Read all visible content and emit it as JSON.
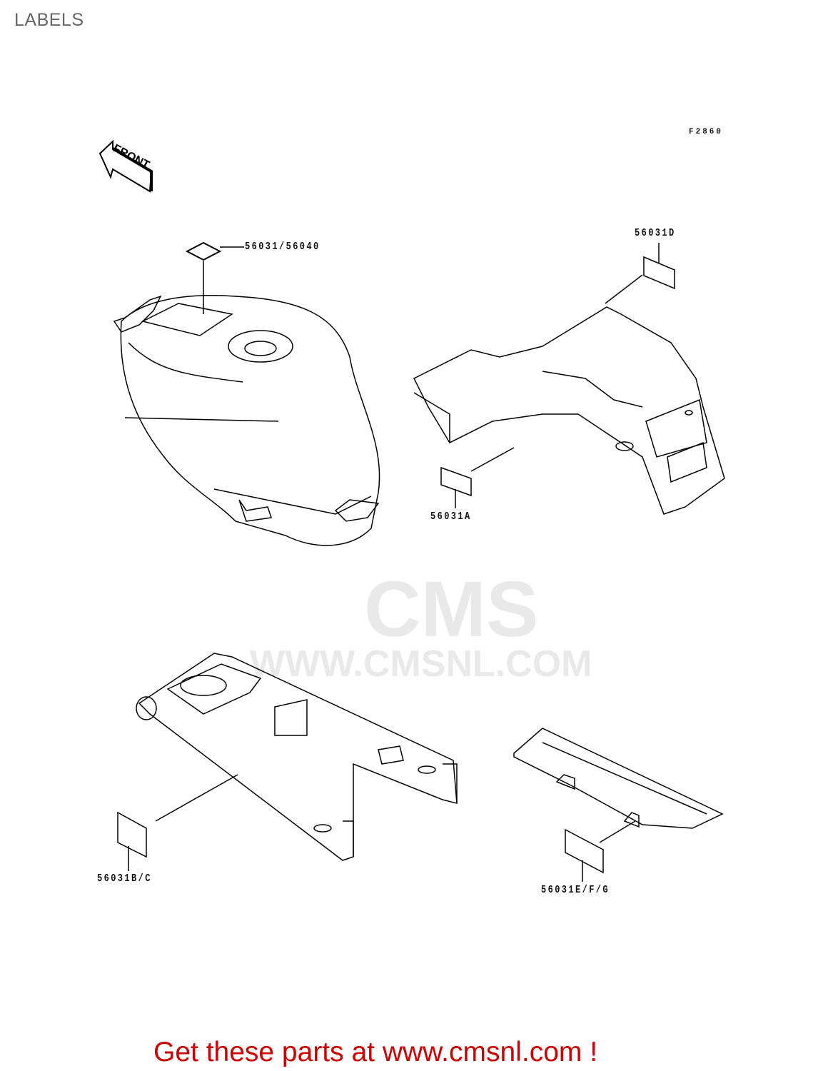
{
  "title": "LABELS",
  "figure_code": "F2860",
  "front_arrow": "FRONT",
  "callouts": [
    {
      "part": "56031/56040"
    },
    {
      "part": "56031D"
    },
    {
      "part": "56031A"
    },
    {
      "part": "56031B/C"
    },
    {
      "part": "56031E/F/G"
    }
  ],
  "watermark": {
    "logo": "CMS",
    "url": "WWW.CMSNL.COM"
  },
  "footer": "Get these parts at www.cmsnl.com !",
  "colors": {
    "footer": "#cc0000",
    "title": "#666666",
    "line": "#000000"
  }
}
